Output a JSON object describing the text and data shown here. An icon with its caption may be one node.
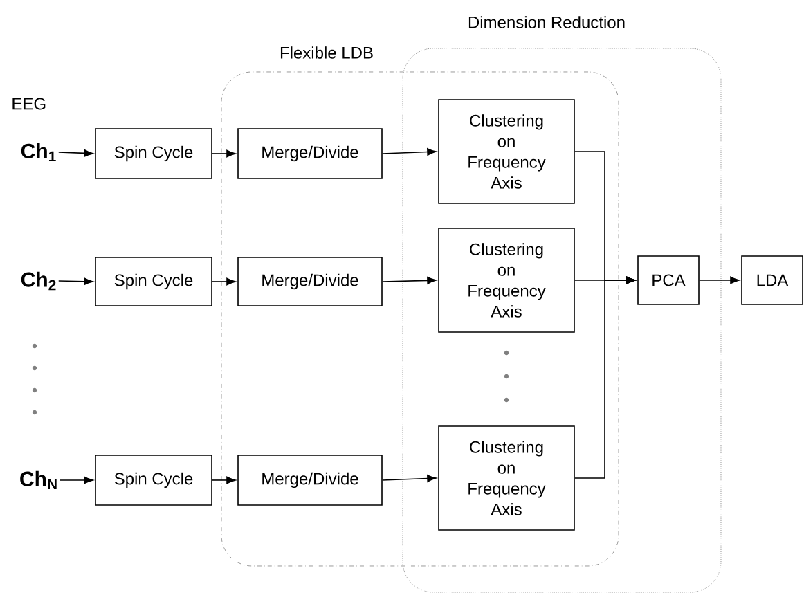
{
  "diagram": {
    "nodes": [
      {
        "text": [
          "Flexible LDB"
        ]
      },
      {
        "text": [
          "Dimension Reduction"
        ]
      },
      {
        "text": [
          "Ch$_{1}$"
        ]
      },
      {
        "text": [
          "Spin Cycle"
        ]
      },
      {
        "text": [
          "Merge/Divide"
        ],
        "in": 0
      },
      {
        "text": [
          "Clustering on Frequency Axis"
        ]
      },
      {
        "text": [
          "Ch$_{2}$"
        ]
      },
      {
        "text": [
          "Spin Cycle"
        ]
      },
      {
        "text": [
          "Merge/Divide"
        ],
        "in": 0
      },
      {
        "text": [
          "Clustering on Frequency Axis"
        ]
      },
      {
        "text": [
          "PCA"
        ],
        "in": 1
      },
      {
        "text": [
          "LDA"
        ]
      },
      {
        "text": [
          "Ch$_{N}$"
        ]
      },
      {
        "text": [
          "Spin Cycle"
        ]
      },
      {
        "text": [
          "Merge/Divide"
        ],
        "in": 0
      },
      {
        "text": [
          "Clustering on Frequency Axis"
        ]
      }
    ],
    "edges": [
      {
        "from": 2,
        "to": 3,
        "arrow": "to"
      },
      {
        "from": 3,
        "to": 4,
        "arrow": "to"
      },
      {
        "from": 4,
        "to": 5,
        "arrow": "to"
      },
      {
        "from": 6,
        "to": 7,
        "arrow": "to"
      },
      {
        "from": 7,
        "to": 8,
        "arrow": "to"
      },
      {
        "from": 8,
        "to": 9,
        "arrow": "to"
      },
      {
        "from": 12,
        "to": 13,
        "arrow": "to"
      },
      {
        "from": 13,
        "to": 14,
        "arrow": "to"
      },
      {
        "from": 14,
        "to": 15,
        "arrow": "to"
      },
      {
        "from": 5,
        "to": 10,
        "arrow": "to"
      },
      {
        "from": 9,
        "to": 10,
        "arrow": "to"
      },
      {
        "from": 15,
        "to": 10,
        "arrow": "to"
      },
      {
        "from": 10,
        "to": 11,
        "arrow": "to"
      }
    ],
    "labels": [
      "EEG"
    ]
  }
}
